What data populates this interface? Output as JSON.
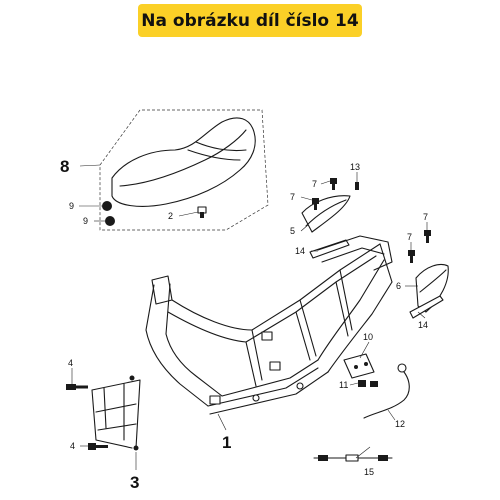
{
  "header": {
    "title": "Na obrázku díl číslo 14",
    "highlight_color": "#fbd027"
  },
  "callouts": {
    "c1": "1",
    "c2": "2",
    "c3": "3",
    "c4a": "4",
    "c4b": "4",
    "c5": "5",
    "c6": "6",
    "c7a": "7",
    "c7b": "7",
    "c7c": "7",
    "c7d": "7",
    "c8": "8",
    "c9a": "9",
    "c9b": "9",
    "c10": "10",
    "c11": "11",
    "c12": "12",
    "c13": "13",
    "c14a": "14",
    "c14b": "14",
    "c15": "15"
  },
  "colors": {
    "line": "#1a1a1a",
    "text": "#111111"
  }
}
